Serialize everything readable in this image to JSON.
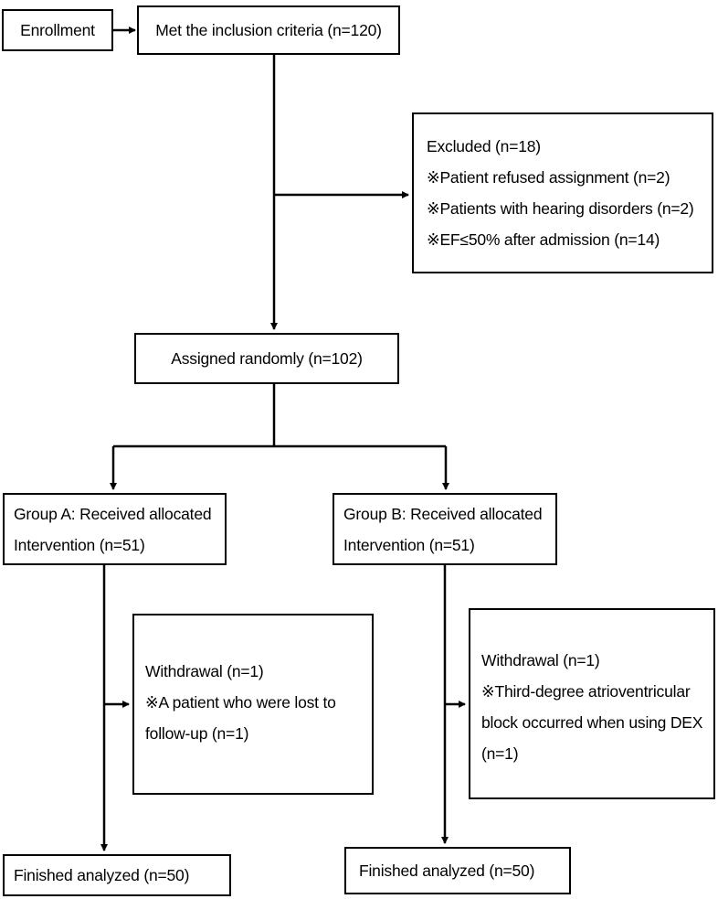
{
  "enrollment": {
    "label": "Enrollment"
  },
  "inclusion": {
    "label": "Met the inclusion criteria (n=120)"
  },
  "excluded": {
    "title": "Excluded (n=18)",
    "items": [
      "※Patient refused assignment (n=2)",
      "※Patients with hearing disorders (n=2)",
      "※EF≤50%  after admission (n=14)"
    ]
  },
  "assigned": {
    "label": "Assigned randomly (n=102)"
  },
  "group_a": {
    "line1": "Group A: Received allocated",
    "line2": "Intervention (n=51)",
    "withdrawal": {
      "title": "Withdrawal (n=1)",
      "lines": [
        "※A patient who were lost to",
        "follow-up (n=1)"
      ]
    },
    "finished": "Finished analyzed (n=50)"
  },
  "group_b": {
    "line1": "Group B: Received allocated",
    "line2": "Intervention (n=51)",
    "withdrawal": {
      "title": "Withdrawal (n=1)",
      "lines": [
        "※Third-degree atrioventricular",
        "block occurred when using DEX",
        "(n=1)"
      ]
    },
    "finished": "Finished analyzed (n=50)"
  }
}
